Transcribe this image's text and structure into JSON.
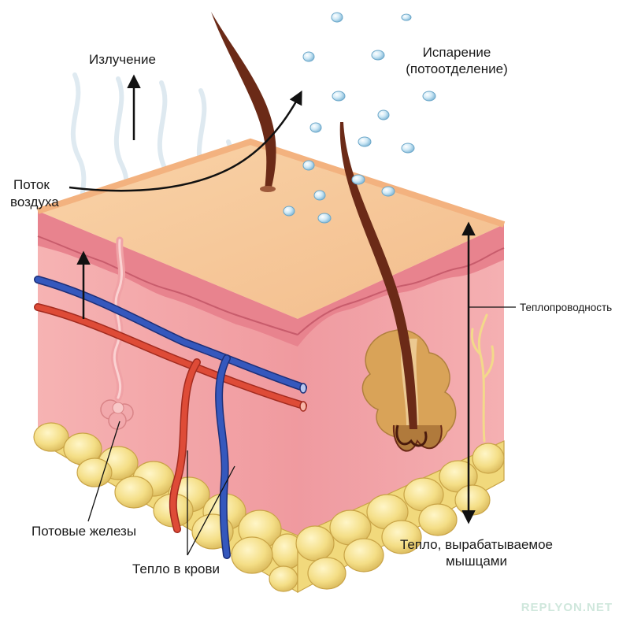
{
  "labels": {
    "radiation": "Излучение",
    "evaporation_1": "Испарение",
    "evaporation_2": "(потоотделение)",
    "airflow_1": "Поток",
    "airflow_2": "воздуха",
    "conduction": "Теплопроводность",
    "sweat_glands": "Потовые железы",
    "blood_heat": "Тепло в крови",
    "muscle_heat_1": "Тепло, вырабатываемое",
    "muscle_heat_2": "мышцами"
  },
  "watermark": "REPLYON.NET",
  "colors": {
    "skin_top": "#f7c89a",
    "dermis": "#f4a8a8",
    "dermis_dark": "#e98f93",
    "epidermis": "#e27a86",
    "fat": "#f3e08a",
    "artery": "#d9432f",
    "vein": "#2f4fae",
    "hair": "#6b2a17",
    "gland": "#d8a45c",
    "droplet": "#bfe0f0",
    "watermark": "#cfe7dc"
  }
}
